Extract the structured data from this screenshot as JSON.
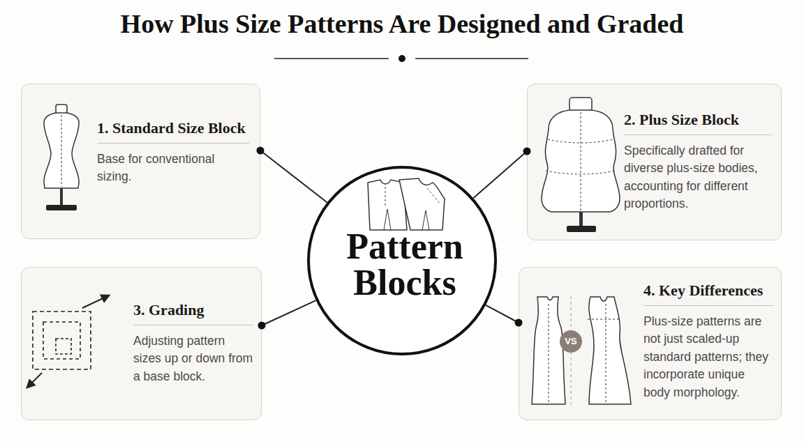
{
  "diagram": {
    "title": "How Plus Size Patterns Are Designed and Graded",
    "nodes": [
      {
        "text": [
          "Pattern Blocks"
        ]
      },
      {
        "text": [
          "1. Standard Size Block",
          "Base for conventional sizing."
        ]
      },
      {
        "text": [
          "2. Plus Size Block",
          "Specifically drafted for diverse plus-size bodies, accounting for different proportions."
        ]
      },
      {
        "text": [
          "3. Grading",
          "Adjusting pattern sizes up or down from a base block."
        ]
      },
      {
        "text": [
          "4. Key Differences",
          "Plus-size patterns are not just scaled-up standard patterns; they incorporate unique body morphology."
        ]
      }
    ],
    "edges": [
      {
        "from": 0,
        "to": 1,
        "arrow": "none"
      },
      {
        "from": 0,
        "to": 2,
        "arrow": "none"
      },
      {
        "from": 0,
        "to": 3,
        "arrow": "none"
      },
      {
        "from": 0,
        "to": 4,
        "arrow": "none"
      }
    ],
    "labels": [
      "VS"
    ]
  }
}
